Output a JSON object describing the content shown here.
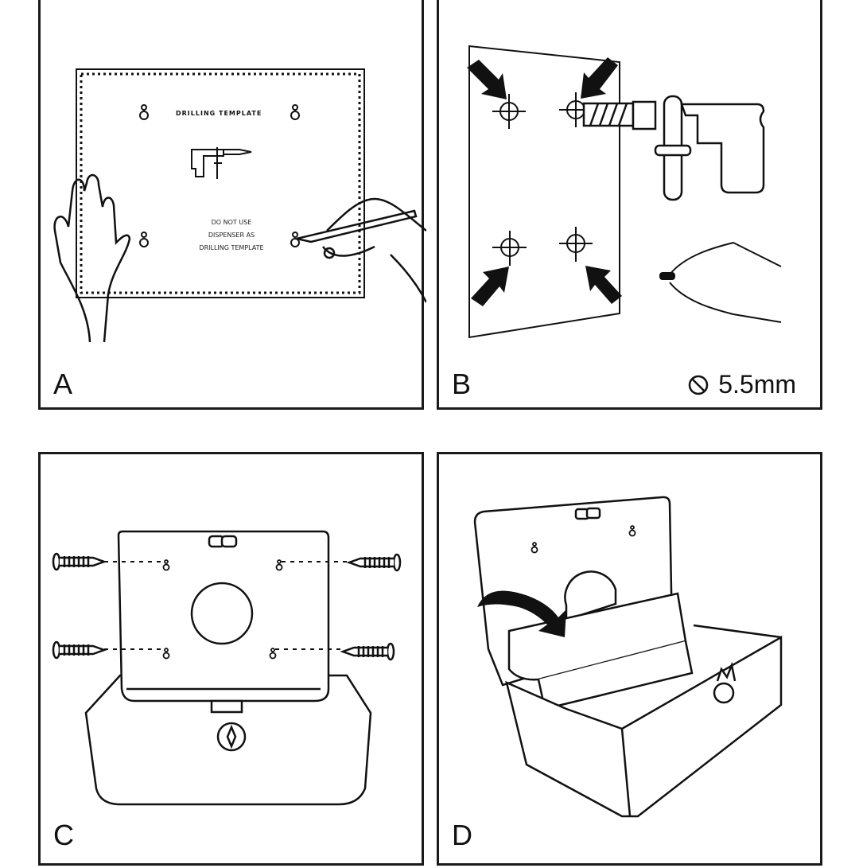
{
  "document": {
    "type": "installation-instructions",
    "subject": "wall-mounted paper towel dispenser"
  },
  "steps": [
    {
      "label": "A",
      "description": "Place drilling template on wall and mark hole positions",
      "template_title": "DRILLING TEMPLATE",
      "template_warning": [
        "DO NOT USE",
        "DISPENSER AS",
        "DRILLING TEMPLATE"
      ]
    },
    {
      "label": "B",
      "description": "Drill four holes at marked positions",
      "drill_diameter": "5.5mm",
      "diameter_symbol": "diameter-icon"
    },
    {
      "label": "C",
      "description": "Fix dispenser back plate to wall with four screws"
    },
    {
      "label": "D",
      "description": "Insert paper towel stack into dispenser"
    }
  ]
}
